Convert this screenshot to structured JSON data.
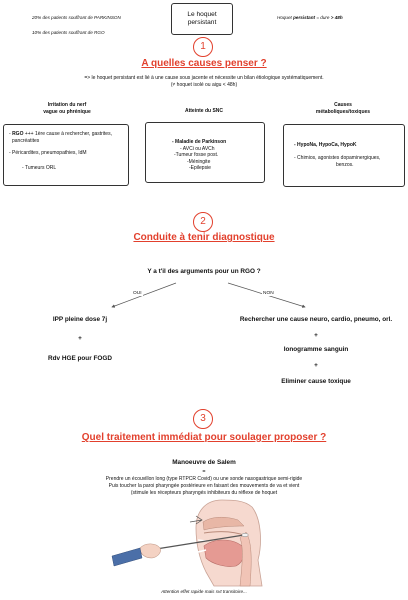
{
  "header": {
    "left_line1": "20% des patients souffrant de PARKINSON",
    "left_line2": "10% des patients souffrant de RGO",
    "title_line1": "Le hoquet",
    "title_line2": "persistant",
    "right_prefix": "Hoquet ",
    "right_bold": "persistant",
    "right_middle": " =  dure ",
    "right_bold2": "> 48h"
  },
  "section1": {
    "number": "1",
    "title": "A quelles causes penser ?",
    "intro_line1": "=> le hoquet persistant est lié à une cause sous jacente et nécessite un bilan étiologique systématiquement.",
    "intro_line2": "(≠ hoquet isolé ou aigu < 48h)",
    "columns": [
      {
        "heading_line1": "Irritation du nerf",
        "heading_line2": "vague ou phrénique",
        "items": [
          "- RGO +++ 1ère cause à rechercher, gastrites,",
          "pancréatites",
          "- Péricardites, pneumopathies, IdM",
          "- Tumeurs ORL"
        ],
        "bold_prefix": "RGO"
      },
      {
        "heading_line1": "Atteinte du SNC",
        "heading_line2": "",
        "items": [
          "- Maladie de Parkinson",
          "- AVCi ou AVCh",
          "-Tumeur fosse post.",
          "-Méningite",
          "-Epilepsie"
        ]
      },
      {
        "heading_line1": "Causes",
        "heading_line2": "métaboliques/toxiques",
        "items": [
          "- HypoNa, HypoCa, HypoK",
          "- Chimios, agonistes dopaminergiques,",
          "benzos."
        ]
      }
    ]
  },
  "section2": {
    "number": "2",
    "title": "Conduite à tenir diagnostique",
    "question": "Y a t'il des arguments pour un RGO ?",
    "yes_label": "OUI",
    "no_label": "NON",
    "left_step1": "IPP pleine dose 7j",
    "left_plus": "+",
    "left_step2": "Rdv HGE pour FOGD",
    "right_step1": "Rechercher une cause neuro, cardio, pneumo, orl.",
    "right_plus1": "+",
    "right_step2": "Ionogramme sanguin",
    "right_plus2": "+",
    "right_step3": "Eliminer cause toxique"
  },
  "section3": {
    "number": "3",
    "title": "Quel traitement immédiat pour soulager proposer ?",
    "maneuver": "Manoeuvre de Salem",
    "equals": "=",
    "desc_line1": "Prendre un écouvillon long (type RTPCR Covid) ou une sonde nasogastrique semi-rigide",
    "desc_line2": "Puis toucher la paroi pharyngée postérieure en faisant des mouvements de va et vient",
    "desc_line3": "(stimule les récepteurs pharyngés inhibiteurs du réflexe de hoquet",
    "footer_note": "Attention effet rapide mais svt transitoire..."
  },
  "colors": {
    "accent": "#e2402d",
    "text": "#111111",
    "arrow": "#555555"
  }
}
